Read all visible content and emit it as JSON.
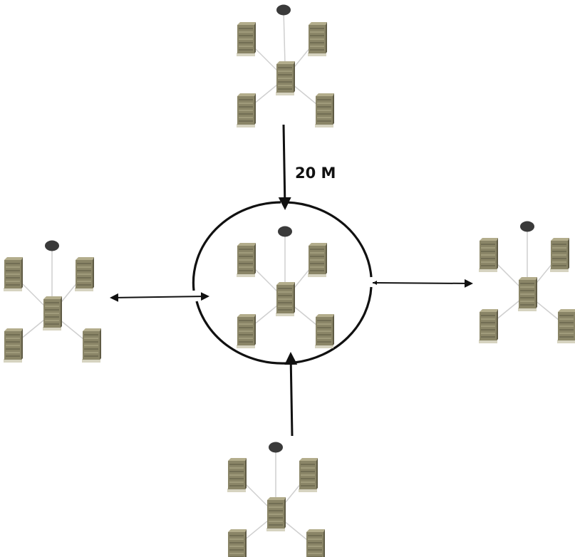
{
  "distance_label": "20 M",
  "colors": {
    "background": "#ffffff",
    "line": "#111111",
    "link": "#cfcfcf",
    "node_dark": "#3a3a3a",
    "server_body": "#8a8567",
    "server_light": "#b3ad8c",
    "server_dark": "#5f5b45",
    "server_base": "#d6d3c0"
  },
  "icons": {
    "cluster_center": "server-tower-icon",
    "cluster_leaf": "server-tower-icon",
    "cluster_top": "access-point-node-icon"
  },
  "clusters": [
    {
      "id": "cluster-top",
      "server_count": 5
    },
    {
      "id": "cluster-center",
      "server_count": 5
    },
    {
      "id": "cluster-left",
      "server_count": 5
    },
    {
      "id": "cluster-right",
      "server_count": 5
    },
    {
      "id": "cluster-bottom",
      "server_count": 5
    }
  ]
}
